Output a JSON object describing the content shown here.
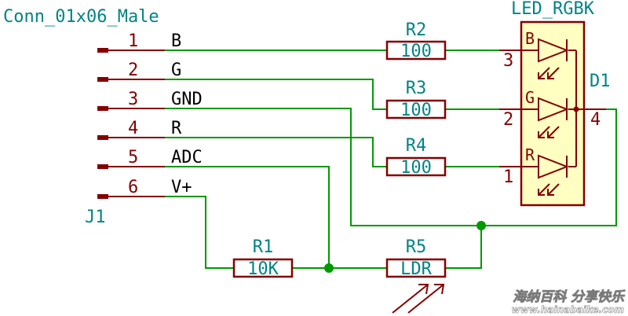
{
  "connector": {
    "name": "Conn_01x06_Male",
    "ref": "J1",
    "pins": [
      {
        "num": "1",
        "label": "B"
      },
      {
        "num": "2",
        "label": "G"
      },
      {
        "num": "3",
        "label": "GND"
      },
      {
        "num": "4",
        "label": "R"
      },
      {
        "num": "5",
        "label": "ADC"
      },
      {
        "num": "6",
        "label": "V+"
      }
    ]
  },
  "resistors": [
    {
      "ref": "R2",
      "value": "100"
    },
    {
      "ref": "R3",
      "value": "100"
    },
    {
      "ref": "R4",
      "value": "100"
    },
    {
      "ref": "R1",
      "value": "10K"
    },
    {
      "ref": "R5",
      "value": "LDR"
    }
  ],
  "led": {
    "name": "LED_RGBK",
    "ref": "D1",
    "channels": [
      "B",
      "G",
      "R"
    ],
    "pin_numbers": [
      "3",
      "2",
      "1",
      "4"
    ]
  },
  "watermark": {
    "text": "海纳百科 分享快乐",
    "url": "www.hainabaike.com"
  },
  "colors": {
    "wire": "#009900",
    "component": "#840000",
    "label_teal": "#008484",
    "text": "#000000",
    "background": "#ffffff"
  }
}
